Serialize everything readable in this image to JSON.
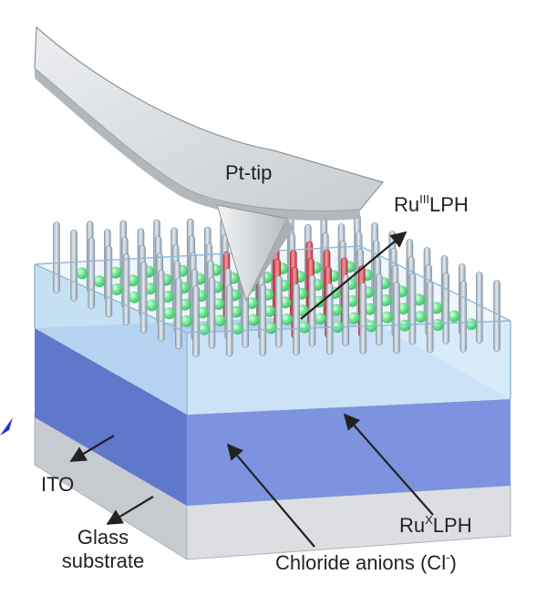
{
  "labels": {
    "tip": "Pt-tip",
    "ru3_base": "Ru",
    "ru3_sup": "III",
    "ru3_rest": "LPH",
    "rux_base": "Ru",
    "rux_sup": "X",
    "rux_rest": "LPH",
    "ito": "ITO",
    "glass_line1": "Glass",
    "glass_line2": "substrate",
    "chloride_main": "Chloride anions (Cl",
    "chloride_sup": "-",
    "chloride_close": ")"
  },
  "colors": {
    "pillar": "#b9c7d4",
    "pillar_active": "#e0626a",
    "anion": "#6fe38f",
    "ito": "#6c86d8",
    "glass": "#d7d9dc",
    "film": "#cfe6f7",
    "tip": "#d9dcdf"
  },
  "grid": {
    "rows": 9,
    "cols": 10
  },
  "active_cells": [
    [
      3,
      5
    ],
    [
      3,
      6
    ],
    [
      4,
      3
    ],
    [
      4,
      4
    ],
    [
      4,
      5
    ],
    [
      4,
      6
    ],
    [
      5,
      4
    ],
    [
      5,
      5
    ],
    [
      5,
      6
    ],
    [
      6,
      4
    ],
    [
      6,
      5
    ],
    [
      6,
      6
    ]
  ]
}
